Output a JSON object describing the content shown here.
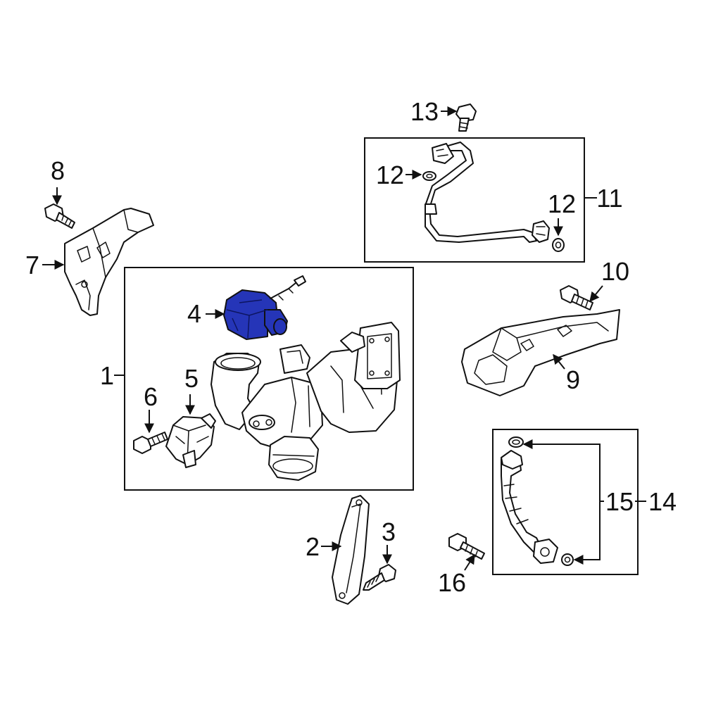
{
  "callouts": {
    "c1": "1",
    "c2": "2",
    "c3": "3",
    "c4": "4",
    "c5": "5",
    "c6": "6",
    "c7": "7",
    "c8": "8",
    "c9": "9",
    "c10": "10",
    "c11": "11",
    "c12a": "12",
    "c12b": "12",
    "c13": "13",
    "c14": "14",
    "c15": "15",
    "c16": "16"
  },
  "colors": {
    "highlight": "#2535b8",
    "line": "#111111",
    "background": "#ffffff"
  }
}
